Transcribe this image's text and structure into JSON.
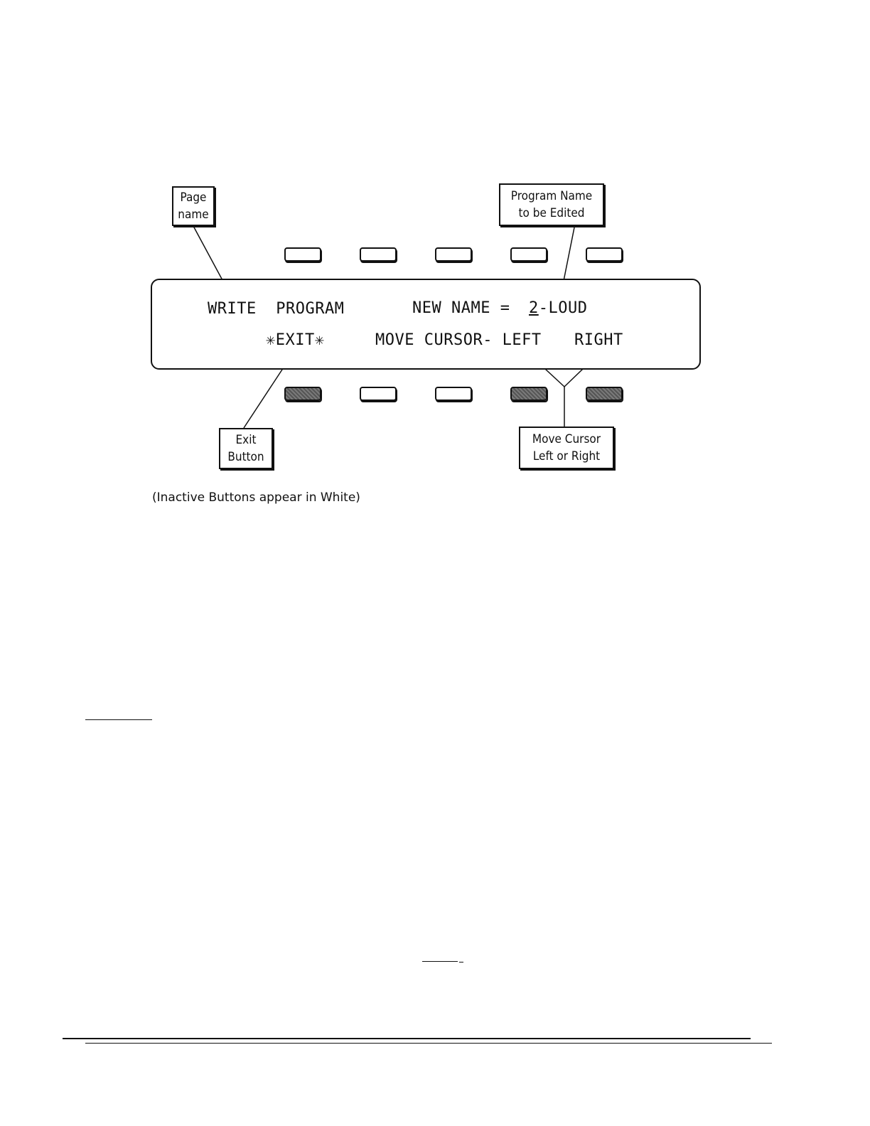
{
  "diagram": {
    "callouts": {
      "page_name": [
        "Page",
        "name"
      ],
      "program_name": [
        "Program Name",
        "to be Edited"
      ],
      "exit_button": [
        "Exit",
        "Button"
      ],
      "move_cursor": [
        "Move Cursor",
        "Left or Right"
      ]
    },
    "display": {
      "line1_page": "WRITE  PROGRAM",
      "line1_label": "NEW NAME =",
      "line1_cursor_char": "2",
      "line1_value_rest": "-LOUD",
      "line2_exit": "✳EXIT✳",
      "line2_move": "MOVE CURSOR- LEFT",
      "line2_right": "RIGHT"
    },
    "buttons": {
      "top": [
        false,
        false,
        false,
        false,
        false
      ],
      "bottom": [
        true,
        false,
        false,
        true,
        true
      ]
    },
    "caption": "(Inactive Buttons appear in White)"
  }
}
